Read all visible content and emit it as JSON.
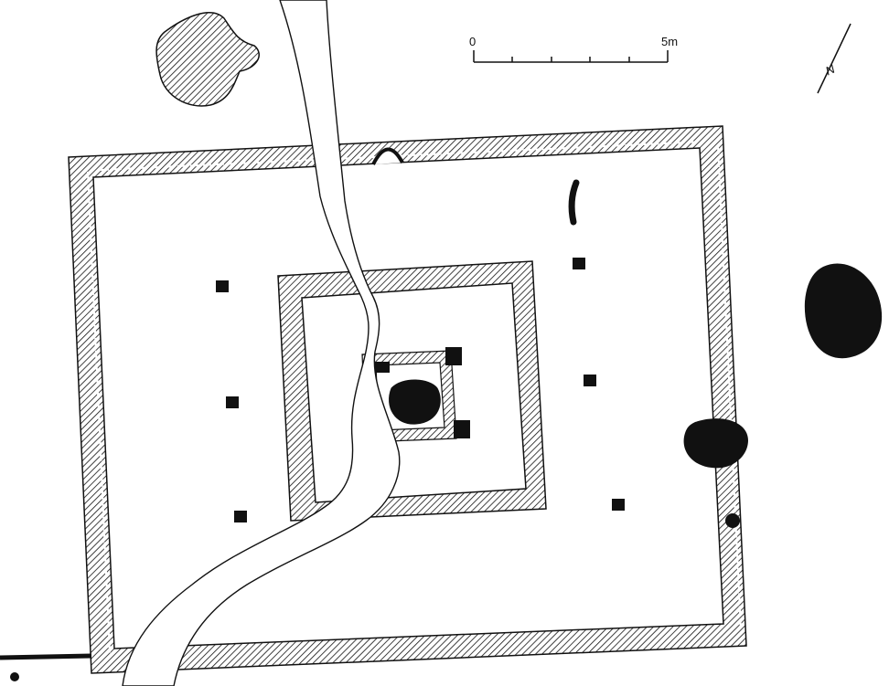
{
  "scale_bar": {
    "start_label": "0",
    "end_label": "5m"
  },
  "north_arrow": {
    "letter": "N"
  },
  "colors": {
    "ink": "#111111",
    "paper": "#ffffff"
  }
}
